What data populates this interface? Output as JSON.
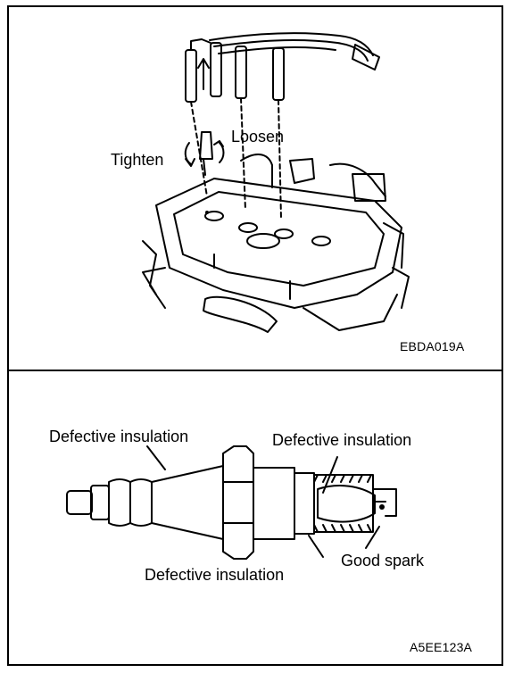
{
  "top_figure": {
    "labels": {
      "loosen": "Loosen",
      "tighten": "Tighten"
    },
    "code": "EBDA019A"
  },
  "bottom_figure": {
    "labels": {
      "defective_left": "Defective insulation",
      "defective_right": "Defective insulation",
      "defective_bottom": "Defective insulation",
      "good_spark": "Good spark"
    },
    "code": "A5EE123A"
  }
}
